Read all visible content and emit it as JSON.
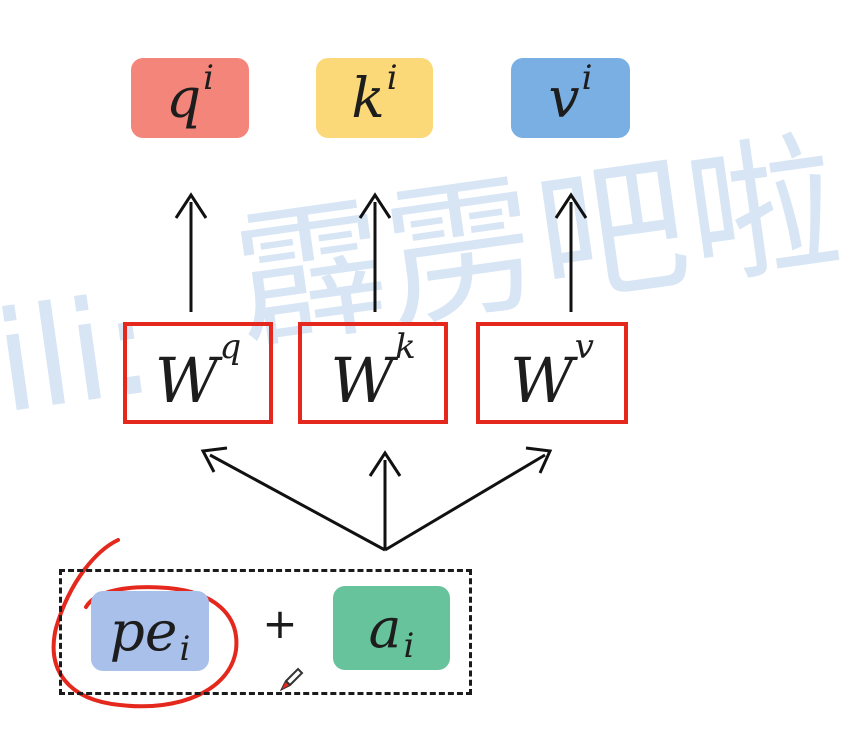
{
  "watermark": {
    "left_text": "ili:",
    "main_text": "霹雳吧啦"
  },
  "outputs": {
    "q": {
      "main": "q",
      "sup": "i",
      "color": "#f4857b"
    },
    "k": {
      "main": "k",
      "sup": "i",
      "color": "#fbd979"
    },
    "v": {
      "main": "v",
      "sup": "i",
      "color": "#7aafe4"
    }
  },
  "weights": {
    "wq": {
      "main": "W",
      "sup": "q"
    },
    "wk": {
      "main": "W",
      "sup": "k"
    },
    "wv": {
      "main": "W",
      "sup": "v"
    },
    "border_color": "#e5281d"
  },
  "inputs": {
    "pe": {
      "main": "pe",
      "sub": "i",
      "color": "#a8c0ea"
    },
    "plus": "+",
    "a": {
      "main": "a",
      "sub": "i",
      "color": "#67c39b"
    }
  },
  "annotation": {
    "circle_color": "#e5281d",
    "icon": "pencil-icon"
  }
}
